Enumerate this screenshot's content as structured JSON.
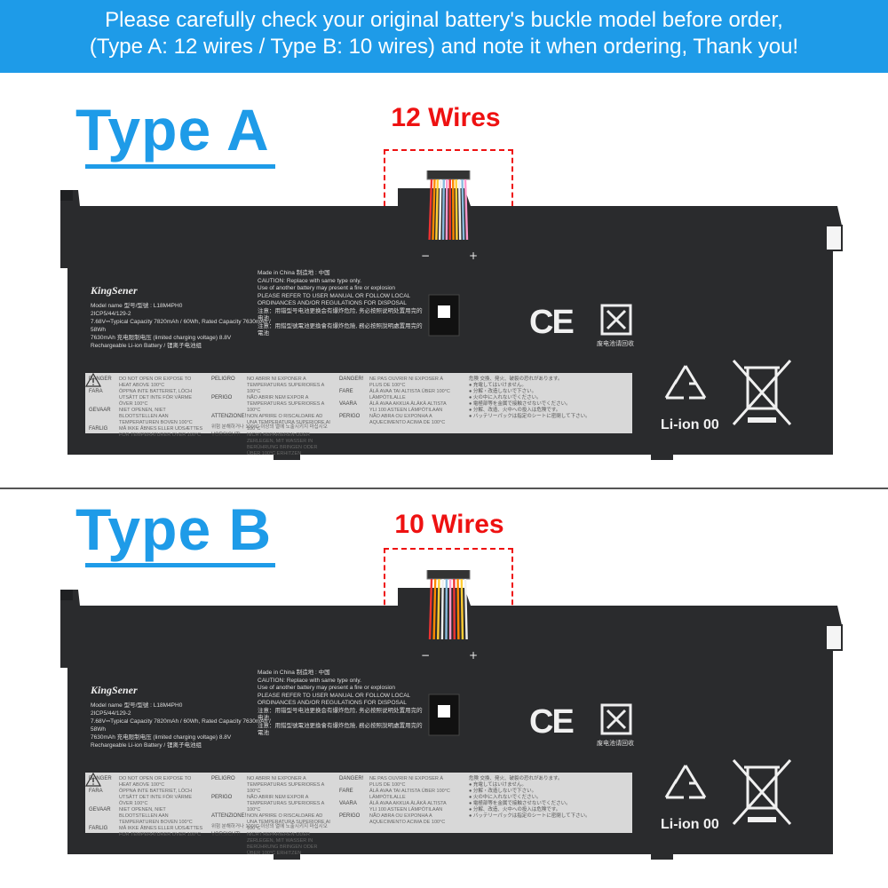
{
  "banner": {
    "line1": "Please carefully check your original battery's buckle model before order,",
    "line2": "(Type A: 12 wires / Type B: 10 wires) and note it when ordering, Thank you!"
  },
  "sections": [
    {
      "title": "Type A",
      "wires_label": "12 Wires",
      "wire_count": 12
    },
    {
      "title": "Type B",
      "wires_label": "10 Wires",
      "wire_count": 10
    }
  ],
  "battery": {
    "brand": "KingSener",
    "model_line": "Model name 型号/型號 : L18M4PH0",
    "cell_line": "2ICP5/44/129-2",
    "capacity_line": "7.68V⎓Typical Capacity 7820mAh / 60Wh, Rated Capacity 7630mAh / 58Wh",
    "charge_line": "7630mAh 充电限制电压 (limited charging voltage) 8.8V",
    "type_line": "Rechargeable Li-ion Battery / 锂离子电池组",
    "caution_lines": [
      "Made in China  制造地 : 中国",
      "CAUTION: Replace with same type only.",
      "Use of another battery may present a fire or explosion",
      "PLEASE REFER TO USER MANUAL OR FOLLOW LOCAL",
      "ORDINANCES AND/OR REGULATIONS FOR DISPOSAL",
      "注意：用错型号电池更换会有爆炸危险, 务必按照说明处置用完的电池",
      "注意：用錯型號電池更換會有爆炸危險, 務必按照說明處置用完的電池"
    ],
    "label_rows": [
      {
        "key": "DANGER",
        "text": "DO NOT OPEN OR EXPOSE TO HEAT ABOVE 100°C"
      },
      {
        "key": "FARA",
        "text": "ÖPPNA INTE BATTERIET, LÖCH UTSÄTT DET INTE FÖR VÄRME ÖVER 100°C"
      },
      {
        "key": "GEVAAR",
        "text": "NIET OPENEN, NIET BLOOTSTELLEN AAN TEMPERATUREN BOVEN 100°C"
      },
      {
        "key": "FARLIG",
        "text": "MÅ IKKE ÅBNES ELLER UDSÆTTES FOR TEMPERATURER OVER 100°C"
      }
    ],
    "label_rows_2": [
      {
        "key": "PELIGRO",
        "text": "NO ABRIR NI EXPONER A TEMPERATURAS SUPERIORES A 100°C"
      },
      {
        "key": "PERIGO",
        "text": "NÃO ABRIR NEM EXPOR A TEMPERATURAS SUPERIORES A 100°C"
      },
      {
        "key": "ATTENZIONE!",
        "text": "NON APRIRE O RISCALDARE AD UNA TEMPERATURA SUPERIORE AI 100°C"
      },
      {
        "key": "VORSICHT!",
        "text": "NICHT REPARIEREN ODER ZERLEGEN, MIT WASSER IN BERÜHRUNG BRINGEN ODER ÜBER 100°C ERHITZEN"
      }
    ],
    "label_rows_3": [
      {
        "key": "DANGER!",
        "text": "NE PAS OUVRIR NI EXPOSER À PLUS DE 100°C"
      },
      {
        "key": "FARE",
        "text": "ÄLÄ AVAA TAI ALTISTA ÜBER 100°C LÄMPÖTILALLE"
      },
      {
        "key": "VAARA",
        "text": "ÄLÄ AVAA AKKUA ÄLÄKÄ ALTISTA YLI 100 ASTEEN LÄMPÖTILAAN"
      },
      {
        "key": "PERIGO",
        "text": "NÃO ABRA OU EXPONHA A AQUECIMENTO ACIMA DE 100°C"
      }
    ],
    "label_bottom": "위험 분해하거나 100°C 이상의 열에 노출시키지 마십시오",
    "jp_lines": [
      "危険  交換、発火、破裂の恐れがあります。",
      "● 充電してはいけません。",
      "● 分解・改造しないで下さい。",
      "● 火の中に入れないでください。",
      "● 電極部等を金属で接触させないでください。",
      "● 分解、改造、火中への投入は危険です。",
      "● バッテリーパックは指定のシートに密閉して下さい。"
    ],
    "ce_mark": "CE",
    "recycle_caption": "废电池请回收",
    "liion_label": "Li-ion 00",
    "terminal_minus": "−",
    "terminal_plus": "+"
  },
  "colors": {
    "banner_bg": "#1e9be8",
    "title_blue": "#1e9be8",
    "wires_red": "#ee1111",
    "battery_body": "#2a2b2d"
  }
}
